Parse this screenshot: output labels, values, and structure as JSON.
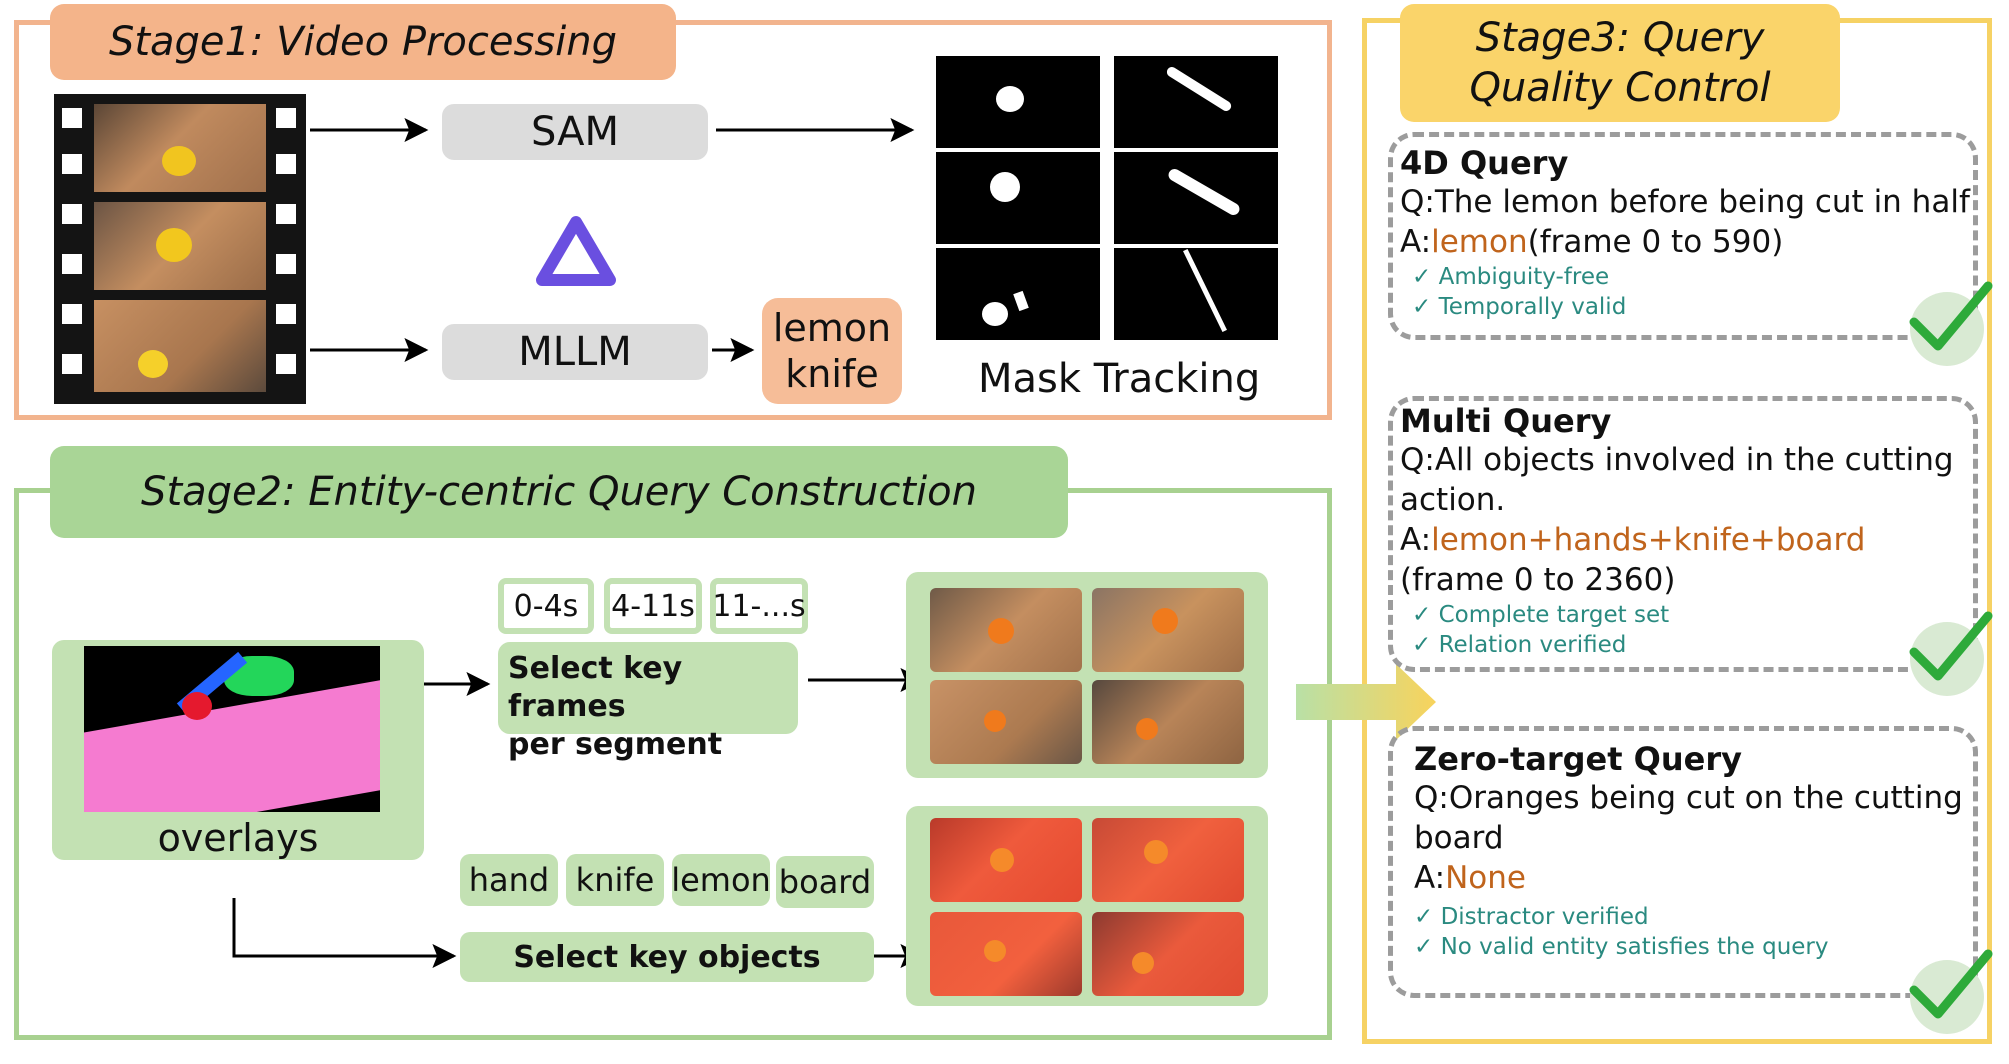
{
  "stage1": {
    "title": "Stage1: Video Processing",
    "sam_label": "SAM",
    "mllm_label": "MLLM",
    "entities": [
      "lemon",
      "knife"
    ],
    "mask_caption": "Mask Tracking"
  },
  "stage2": {
    "title": "Stage2: Entity-centric Query Construction",
    "overlay_caption": "overlays",
    "segments": [
      "0-4s",
      "4-11s",
      "11-...s"
    ],
    "select_frames_label": [
      "Select key frames",
      "per segment"
    ],
    "objects": [
      "hand",
      "knife",
      "lemon",
      "board"
    ],
    "select_objects_label": "Select key objects"
  },
  "stage3": {
    "title_line1": "Stage3:  Query",
    "title_line2": "Quality Control",
    "queries": [
      {
        "title": "4D Query",
        "question": "Q:The lemon before being cut in half",
        "answer_prefix": "A:",
        "answer_highlight": "lemon",
        "answer_suffix": "(frame 0 to 590)",
        "checks": [
          "✓ Ambiguity-free",
          "✓ Temporally valid"
        ]
      },
      {
        "title": "Multi Query",
        "question": "Q:All objects involved in the cutting action.",
        "answer_prefix": "A:",
        "answer_highlight": "lemon+hands+knife+board",
        "answer_suffix": "(frame 0 to 2360)",
        "checks": [
          "✓ Complete target set",
          "✓ Relation verified"
        ]
      },
      {
        "title": "Zero-target Query",
        "question": "Q:Oranges being cut on the cutting board",
        "answer_prefix": "A:",
        "answer_highlight": "None",
        "answer_suffix": "",
        "checks": [
          "✓ Distractor verified",
          "✓ No valid entity satisfies the query"
        ]
      }
    ]
  },
  "icons": [
    "film-strip-icon",
    "mllm-logo-icon",
    "check-icon"
  ],
  "colors": {
    "stage1": "#f2b48e",
    "stage2": "#a8d190",
    "stage3": "#f6d264",
    "highlight": "#c0641c",
    "check_text": "#2a8a80",
    "check_mark": "#2eaa3a"
  }
}
